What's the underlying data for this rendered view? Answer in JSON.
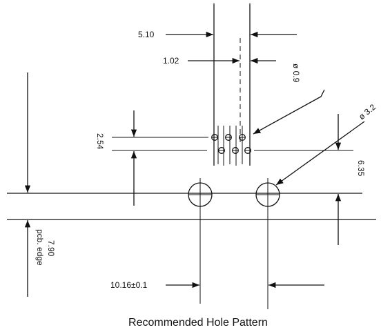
{
  "caption": "Recommended Hole Pattern",
  "dimensions": {
    "pin_spacing_wide": "5.10",
    "pin_spacing_narrow": "1.02",
    "pin_hole_diameter": "ø 0.9",
    "row_pitch": "2.54",
    "mount_hole_diameter": "ø 3.2",
    "row_to_mount_hole": "6.35",
    "pcb_edge_distance": "7.90",
    "pcb_edge_label": "pcb. edge",
    "mount_hole_spacing": "10.16±0.1"
  },
  "colors": {
    "ink": "#111111",
    "background": "#ffffff"
  }
}
